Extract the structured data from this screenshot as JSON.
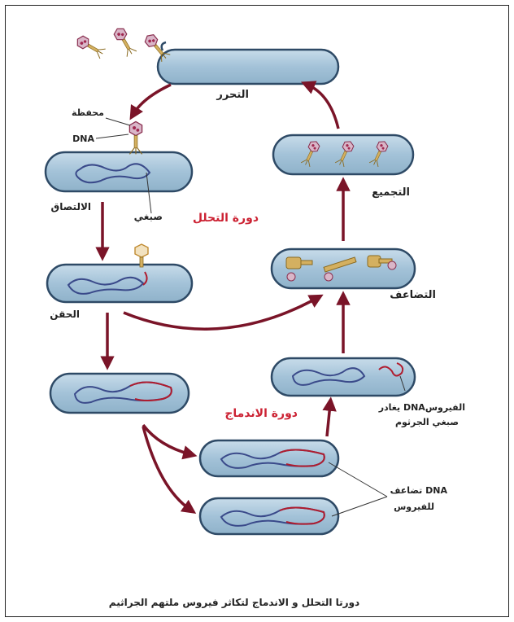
{
  "colors": {
    "cell_fill": "#a8c8dc",
    "cell_stroke": "#2e4a66",
    "dna_main": "#3a4a8a",
    "dna_viral": "#b01c2e",
    "phage_body": "#d4b060",
    "arrow": "#7a1428",
    "cycle_label": "#cc2233"
  },
  "labels": {
    "release": "التحرر",
    "capsid": "محفظة",
    "dna": "DNA",
    "attachment": "الالتصاق",
    "chromosome": "صبغي",
    "injection": "الحقن",
    "lytic_cycle": "دورة التحلل",
    "assembly": "التجميع",
    "replication": "التضاعف",
    "lysogenic_cycle": "دورة الاندماج",
    "dna_leaves_line1": "يغادر DNAالفيروس",
    "dna_leaves_line2": "صبغي الجرثوم",
    "dna_replication_line1": "تضاعف DNA",
    "dna_replication_line2": "للفيروس"
  },
  "caption": "دورتا التحلل و الاندماج لتكاثر فيروس ملتهم الجراثيم"
}
